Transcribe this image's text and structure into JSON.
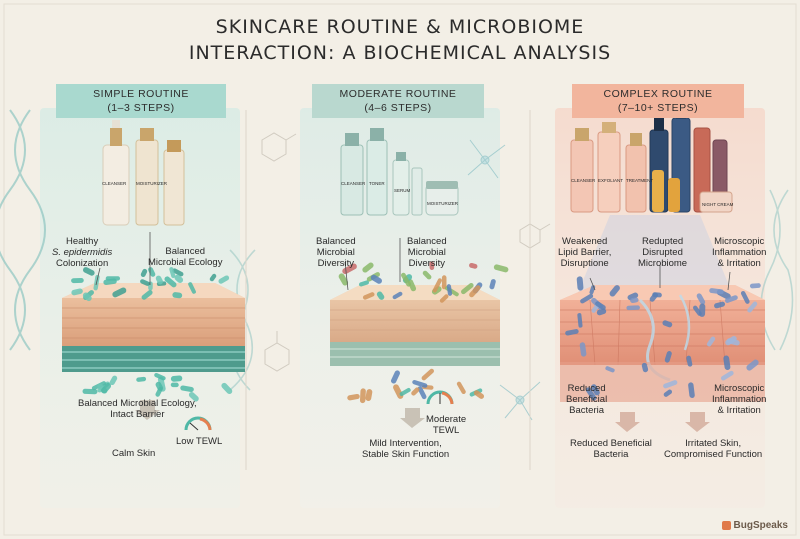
{
  "title": {
    "line1": "SKINCARE ROUTINE & MICROBIOME",
    "line2": "INTERACTION: A BIOCHEMICAL ANALYSIS"
  },
  "columns": [
    {
      "banner_line1": "SIMPLE ROUTINE",
      "banner_line2": "(1–3 STEPS)",
      "banner_color": "#a9d9cf",
      "bottle_labels": [
        "CLEANSER",
        "MOISTURIZER",
        ""
      ],
      "labels": {
        "top_left_line1": "Healthy",
        "top_left_line2": "S. epidermidis",
        "top_left_line3": "Colonization",
        "top_right_line1": "Balanced",
        "top_right_line2": "Microbial Ecology",
        "mid_line1": "Balanced Microbial Ecology,",
        "mid_line2": "Intact Barrier",
        "gauge": "Low TEWL",
        "result": "Calm Skin"
      }
    },
    {
      "banner_line1": "MODERATE ROUTINE",
      "banner_line2": "(4–6 STEPS)",
      "banner_color": "#b9d8cf",
      "bottle_labels": [
        "CLEANSER",
        "TONER",
        "SERUM",
        "",
        "MOISTURIZER"
      ],
      "labels": {
        "top_left_line1": "Balanced",
        "top_left_line2": "Microbial",
        "top_left_line3": "Diversity",
        "top_right_line1": "Balanced",
        "top_right_line2": "Microbial",
        "top_right_line3": "Diversity",
        "gauge_line1": "Moderate",
        "gauge_line2": "TEWL",
        "result_line1": "Mild Intervention,",
        "result_line2": "Stable Skin Function"
      }
    },
    {
      "banner_line1": "COMPLEX ROUTINE",
      "banner_line2": "(7–10+ STEPS)",
      "banner_color": "#f2b59d",
      "bottle_labels": [
        "CLEANSER",
        "EXFOLIANT",
        "TREATMENT",
        "",
        "",
        "",
        "",
        "NIGHT CREAM"
      ],
      "labels": {
        "top_left_line1": "Weakened",
        "top_left_line2": "Lipid Barrier,",
        "top_left_line3": "Disruptione",
        "top_mid_line1": "Redupted",
        "top_mid_line2": "Disrupted",
        "top_mid_line3": "Microbiome",
        "top_right_line1": "Microscopic",
        "top_right_line2": "Inflammation",
        "top_right_line3": "& Irritation",
        "low_left_line1": "Reduced",
        "low_left_line2": "Beneficial",
        "low_left_line3": "Bacteria",
        "low_right_line1": "Microscopic",
        "low_right_line2": "Inflammation",
        "low_right_line3": "& Irritation",
        "result_left_line1": "Reduced Beneficial",
        "result_left_line2": "Bacteria",
        "result_right_line1": "Irritated Skin,",
        "result_right_line2": "Compromised Function"
      }
    }
  ],
  "brand": "BugSpeaks",
  "colors": {
    "background": "#f3efe6",
    "skin_simple": "#e8b999",
    "skin_complex": "#f0a98e",
    "bacteria_teal": "#4fb8a6",
    "bacteria_blue": "#5a7fb5"
  }
}
